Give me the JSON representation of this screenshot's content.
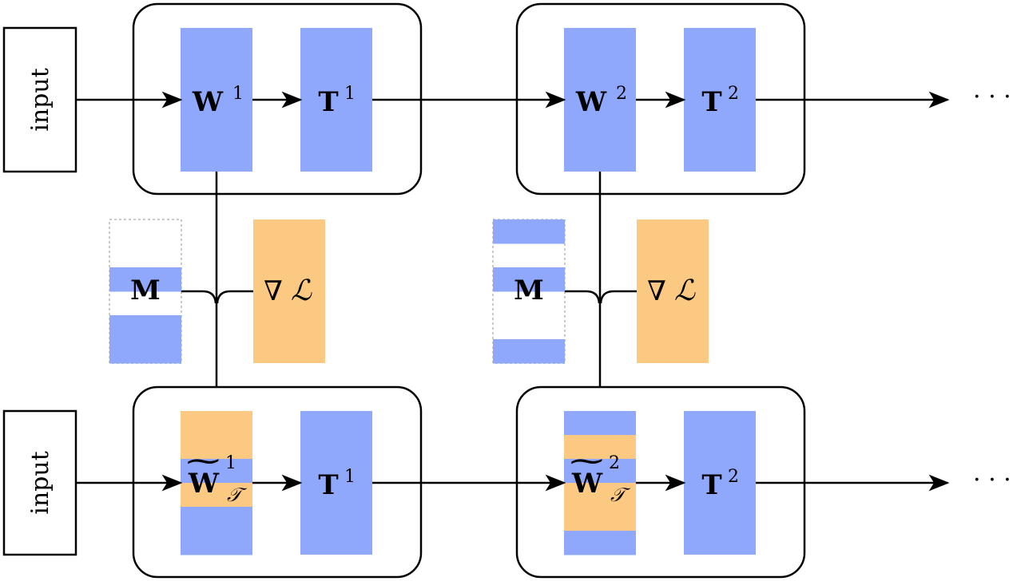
{
  "colors": {
    "weight_blue": "#8fa8fc",
    "grad_orange": "#fcc983",
    "stroke": "#000000",
    "mask_border": "#c9c9c9"
  },
  "labels": {
    "input": "input",
    "dots": "· · ·",
    "W": "W",
    "T": "T",
    "M": "M",
    "nabla": "∇",
    "L": "ℒ",
    "tilde": "~",
    "task": "𝒯",
    "one": "1",
    "two": "2"
  },
  "mask_pattern": {
    "layer1": [
      "empty",
      "empty",
      "blue",
      "empty",
      "blue",
      "blue"
    ],
    "layer2": [
      "blue",
      "empty",
      "blue",
      "empty",
      "empty",
      "blue"
    ]
  },
  "updated_pattern": {
    "layer1": [
      "orange",
      "orange",
      "blue",
      "orange",
      "blue",
      "blue"
    ],
    "layer2": [
      "blue",
      "orange",
      "blue",
      "orange",
      "orange",
      "blue"
    ]
  }
}
